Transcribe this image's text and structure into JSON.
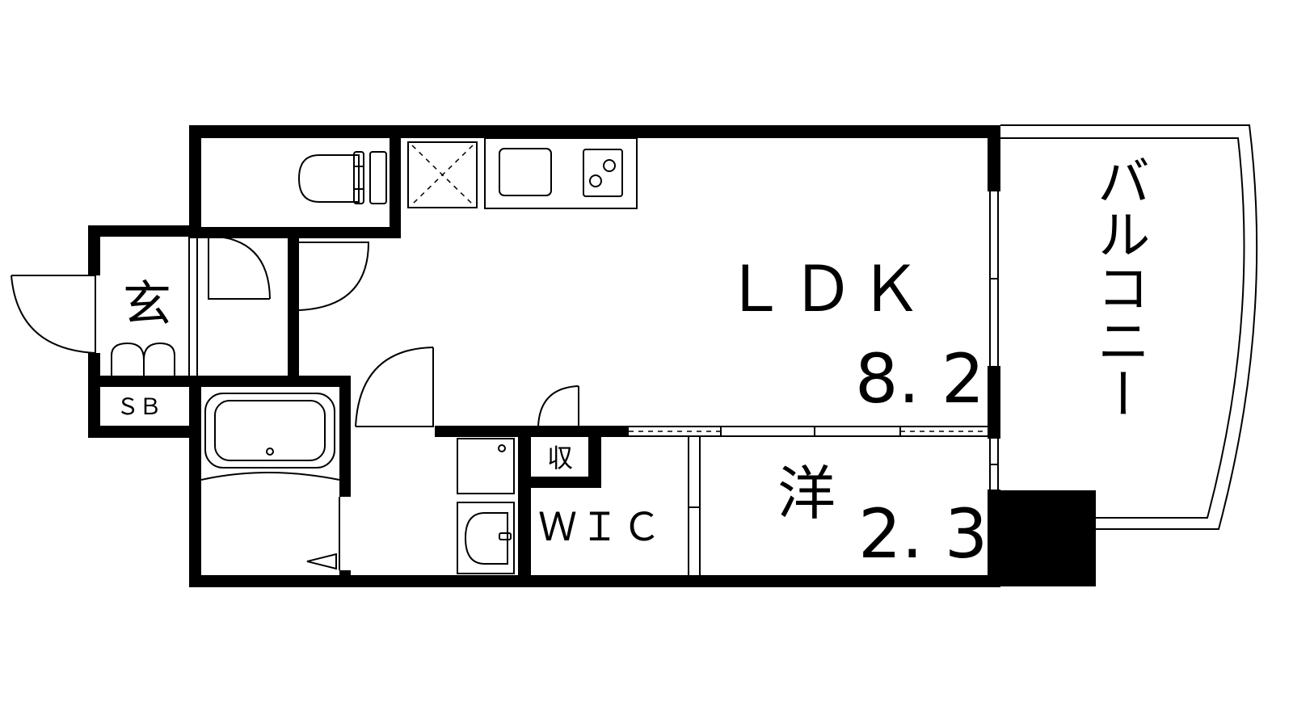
{
  "rooms": {
    "genkan": "玄",
    "shoe_box": "ＳＢ",
    "ldk_name": "ＬＤＫ",
    "ldk_size": "8. 2",
    "western_name": "洋",
    "western_size": "2. 3",
    "wic": "ＷＩＣ",
    "storage": "収",
    "balcony": "バルコニー"
  },
  "colors": {
    "wall": "#000000",
    "background": "#ffffff"
  }
}
